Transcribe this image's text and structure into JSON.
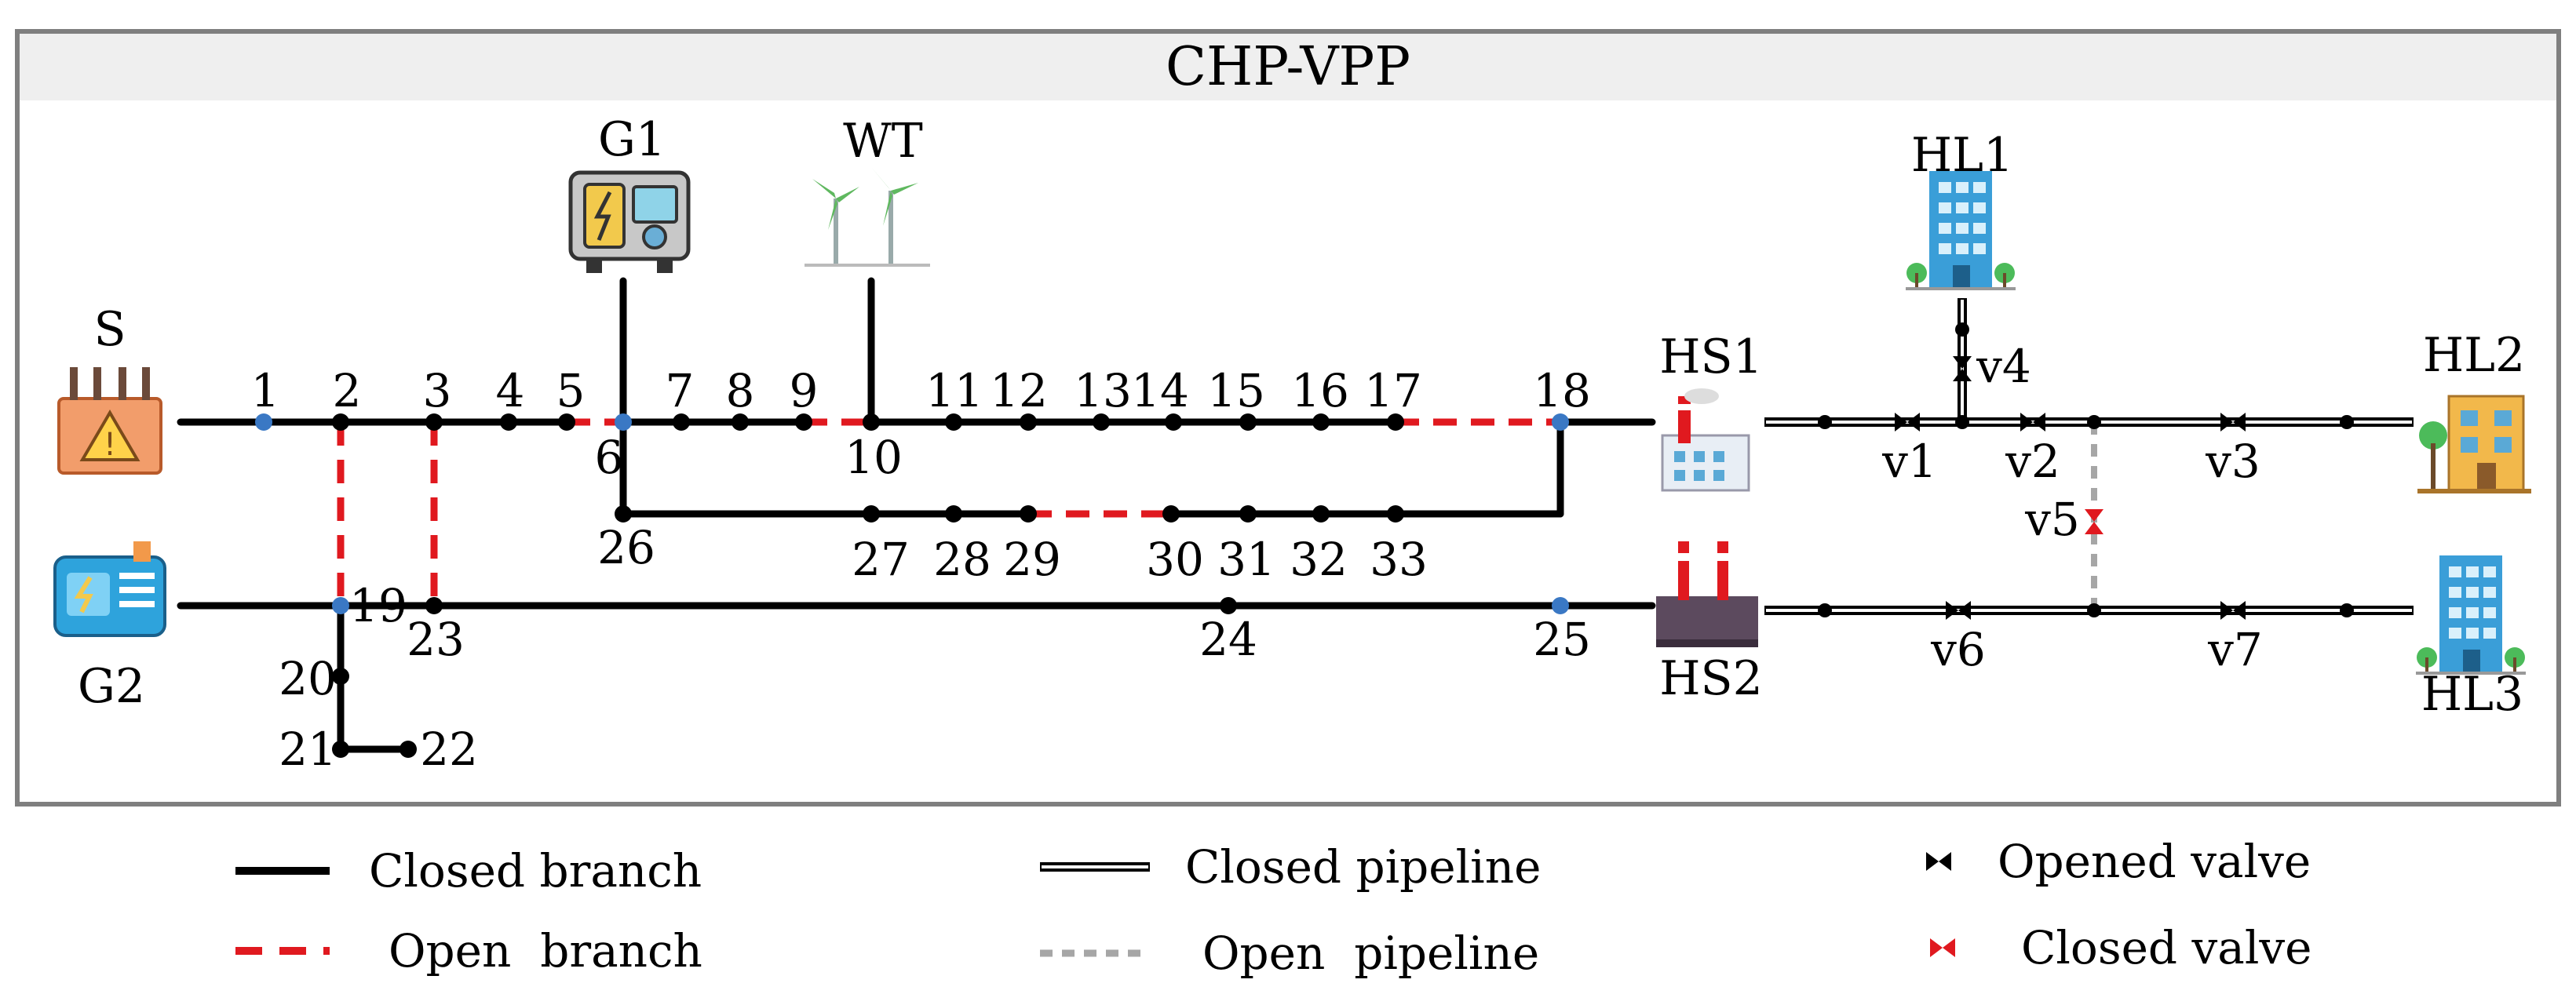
{
  "title": "CHP-VPP",
  "sources": {
    "s": "S",
    "g1": "G1",
    "wt": "WT",
    "g2": "G2",
    "hs1": "HS1",
    "hs2": "HS2",
    "hl1": "HL1",
    "hl2": "HL2",
    "hl3": "HL3"
  },
  "nodes": [
    "1",
    "2",
    "3",
    "4",
    "5",
    "6",
    "7",
    "8",
    "9",
    "10",
    "11",
    "12",
    "13",
    "14",
    "15",
    "16",
    "17",
    "18",
    "19",
    "20",
    "21",
    "22",
    "23",
    "24",
    "25",
    "26",
    "27",
    "28",
    "29",
    "30",
    "31",
    "32",
    "33"
  ],
  "valves": {
    "v1": "v1",
    "v2": "v2",
    "v3": "v3",
    "v4": "v4",
    "v5": "v5",
    "v6": "v6",
    "v7": "v7"
  },
  "legend": {
    "closed_branch": "Closed branch",
    "open_branch": "Open  branch",
    "closed_pipeline": "Closed pipeline",
    "open_pipeline": "Open  pipeline",
    "opened_valve": "Opened valve",
    "closed_valve": "Closed valve"
  },
  "colors": {
    "closed": "#000000",
    "open": "#e0191f",
    "pipeline_open": "#a6a6a6",
    "bus": "#3a78c4",
    "header_bg": "#efefef",
    "frame": "#7f7f7f"
  }
}
